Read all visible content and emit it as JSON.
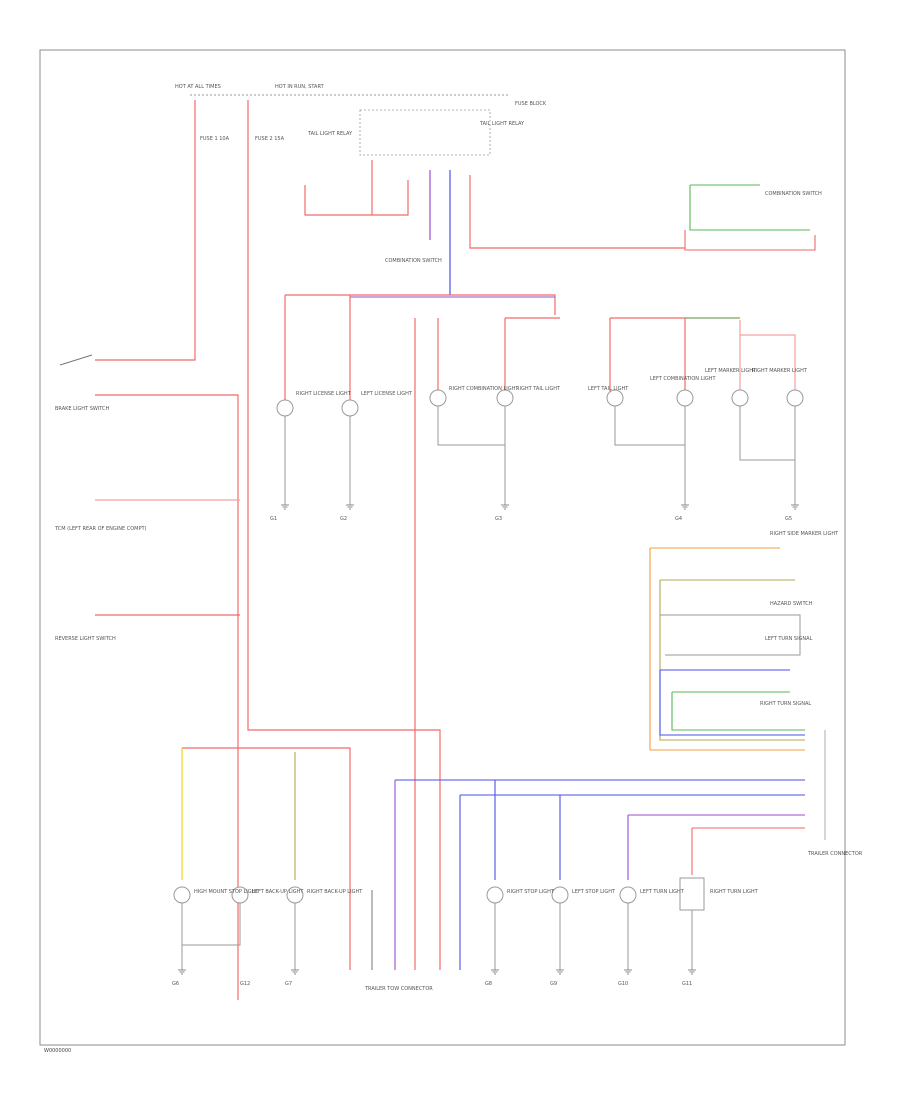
{
  "diagram": {
    "footer_code": "W0000000",
    "colors": {
      "red": "#f26a6a",
      "pink": "#f4a0a0",
      "blue": "#4a52e8",
      "purple": "#9a4fd0",
      "green": "#58b858",
      "yellow": "#f2d200",
      "olive": "#b0a850",
      "orange": "#f0a040",
      "gray": "#9a9a9a",
      "frame": "#8c8c8c"
    },
    "top_labels": [
      "HOT AT ALL TIMES",
      "HOT IN RUN, START"
    ],
    "top_fuse_labels": [
      "FUSE 1 10A",
      "FUSE 2 15A",
      "TAIL LIGHT RELAY",
      "TAIL LIGHT RELAY",
      "FUSE BLOCK"
    ],
    "left_labels": [
      "BRAKE LIGHT SWITCH",
      "TCM (LEFT REAR OF ENGINE COMPT)",
      "REVERSE LIGHT SWITCH"
    ],
    "mid_labels": [
      "COMBINATION SWITCH",
      "RIGHT LICENSE LIGHT",
      "LEFT LICENSE LIGHT",
      "RIGHT COMBINATION LIGHT",
      "RIGHT TAIL LIGHT",
      "LEFT TAIL LIGHT",
      "LEFT COMBINATION LIGHT",
      "LEFT MARKER LIGHT",
      "RIGHT MARKER LIGHT",
      "RIGHT SIDE MARKER LIGHT"
    ],
    "mid_grounds": [
      "G1",
      "G2",
      "G3",
      "G4",
      "G5"
    ],
    "right_labels": [
      "COMBINATION SWITCH",
      "HAZARD SWITCH",
      "LEFT TURN SIGNAL",
      "RIGHT TURN SIGNAL",
      "TRAILER CONNECTOR"
    ],
    "bottom_labels": [
      "HIGH MOUNT STOP LIGHT",
      "LEFT BACK-UP LIGHT",
      "RIGHT BACK-UP LIGHT",
      "TRAILER TOW CONNECTOR",
      "RIGHT STOP LIGHT",
      "LEFT STOP LIGHT",
      "LEFT TURN LIGHT",
      "RIGHT TURN LIGHT"
    ],
    "bottom_grounds": [
      "G6",
      "G7",
      "G8",
      "G9",
      "G10",
      "G11",
      "G12"
    ]
  }
}
